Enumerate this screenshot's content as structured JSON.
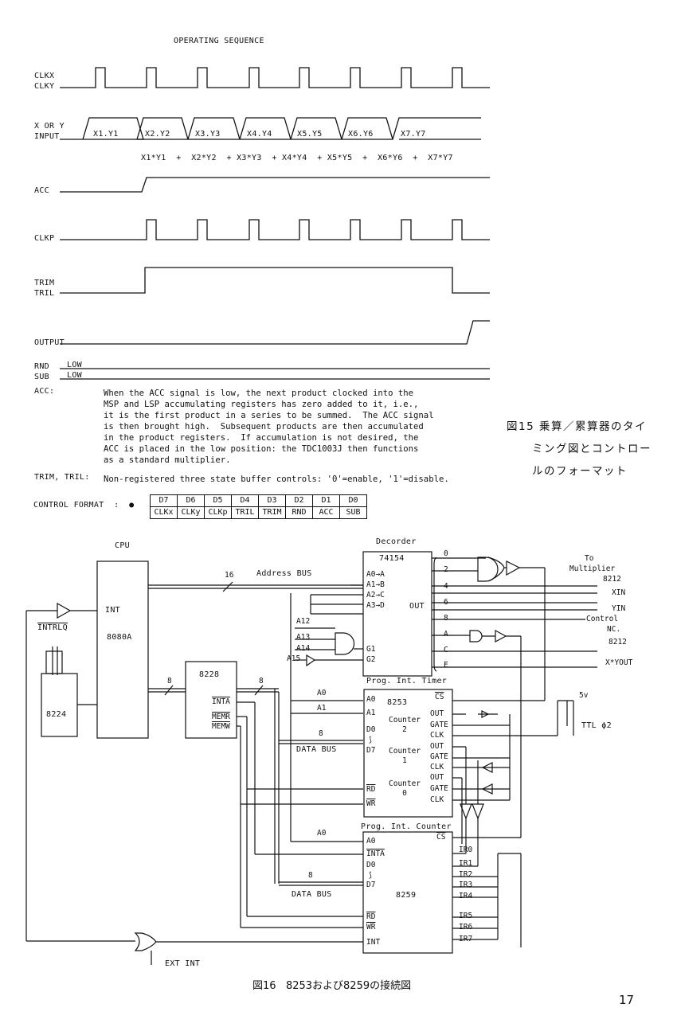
{
  "timing": {
    "title": "OPERATING SEQUENCE",
    "signals": {
      "clk": [
        "CLKX",
        "CLKY"
      ],
      "input": [
        "X OR Y",
        "INPUT"
      ],
      "acc": "ACC",
      "clkp": "CLKP",
      "tri": [
        "TRIM",
        "TRIL"
      ],
      "output": "OUTPUT",
      "rnd": "RND",
      "sub": "SUB",
      "low1": "LOW",
      "low2": "LOW"
    },
    "input_values": [
      "X1.Y1",
      "X2.Y2",
      "X3.Y3",
      "X4.Y4",
      "X5.Y5",
      "X6.Y6",
      "X7.Y7"
    ],
    "product_sum": "X1*Y1  +  X2*Y2  + X3*Y3  + X4*Y4  + X5*Y5  +  X6*Y6  +  X7*Y7"
  },
  "notes": {
    "acc_label": "ACC:",
    "acc_text": "When the ACC signal is low, the next product clocked into the\nMSP and LSP accumulating registers has zero added to it, i.e.,\nit is the first product in a series to be summed.  The ACC signal\nis then brought high.  Subsequent products are then accumulated\nin the product registers.  If accumulation is not desired, the\nACC is placed in the low position: the TDC1003J then functions\nas a standard multiplier.",
    "tri_label": "TRIM, TRIL:",
    "tri_text": "Non-registered three state buffer controls: '0'=enable, '1'=disable."
  },
  "figure15_caption": {
    "number": "図15",
    "lines": [
      "乗算／累算器のタイ",
      "ミング図とコントロー",
      "ルのフォーマット"
    ]
  },
  "control_format": {
    "label": "CONTROL FORMAT  :  ●",
    "bits": [
      "D7",
      "D6",
      "D5",
      "D4",
      "D3",
      "D2",
      "D1",
      "D0"
    ],
    "names": [
      "CLKx",
      "CLKy",
      "CLKp",
      "TRIL",
      "TRIM",
      "RND",
      "ACC",
      "SUB"
    ]
  },
  "circuit": {
    "cpu_label": "CPU",
    "cpu_int": "INT",
    "cpu_chip": "8080A",
    "intrlq": "INTRLQ",
    "clock_chip": "8224",
    "ctrl_chip": "8228",
    "ctrl_pins": [
      "INTA",
      "MEMR",
      "MEMW"
    ],
    "bus8": "8",
    "bus16": "16",
    "address_bus": "Address BUS",
    "data_bus": "DATA BUS",
    "decoder_title": "Decorder",
    "decoder_chip": "74154",
    "decoder_in": [
      "A0→A",
      "A1→B",
      "A2→C",
      "A3→D"
    ],
    "decoder_out": "OUT",
    "decoder_g": [
      "G1",
      "G2"
    ],
    "decoder_outputs": [
      "0",
      "2",
      "4",
      "6",
      "8",
      "A",
      "C",
      "E"
    ],
    "addr_lines": [
      "A12",
      "A13",
      "A14",
      "A15"
    ],
    "right_labels": [
      "To",
      "Multiplier",
      "8212",
      "XIN",
      "YIN",
      "Control",
      "NC.",
      "8212",
      "X*YOUT"
    ],
    "timer_title": "Prog. Int. Timer",
    "timer_chip": "8253",
    "timer_left": [
      "A0",
      "A1",
      "D0",
      "⟆",
      "D7",
      "RD",
      "WR"
    ],
    "timer_counters": [
      "Counter\n2",
      "Counter\n1",
      "Counter\n0"
    ],
    "timer_right": [
      "CS",
      "OUT",
      "GATE",
      "CLK",
      "OUT",
      "GATE",
      "CLK",
      "OUT",
      "GATE",
      "CLK"
    ],
    "supply": "5v",
    "ttl_clock": "TTL ϕ2",
    "a0": "A0",
    "a1": "A1",
    "pic_title": "Prog. Int. Counter",
    "pic_chip": "8259",
    "pic_left": [
      "A0",
      "INTA",
      "D0",
      "⟆",
      "D7",
      "RD",
      "WR",
      "INT"
    ],
    "pic_right": [
      "CS",
      "IR0",
      "IR1",
      "IR2",
      "IR3",
      "IR4",
      "IR5",
      "IR6",
      "IR7"
    ],
    "ext_int": "EXT INT"
  },
  "figure16_caption": "図16   8253および8259の接続図",
  "page_number": "17"
}
